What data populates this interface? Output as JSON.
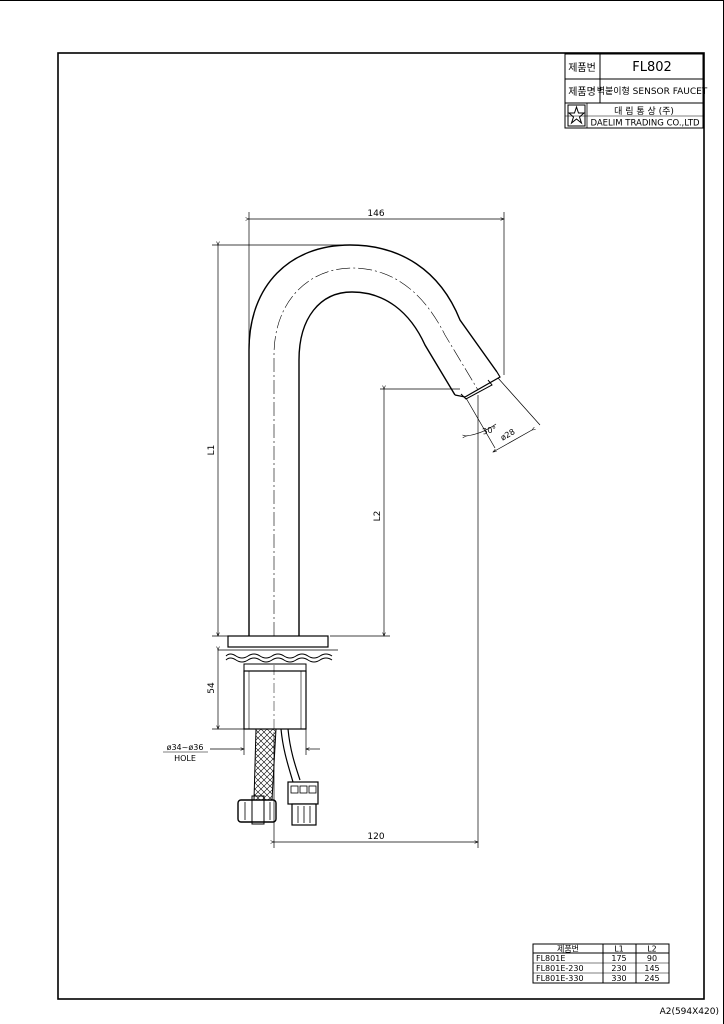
{
  "title_block": {
    "product_no_label": "제품번",
    "product_no": "FL802",
    "product_name_label": "제품명",
    "product_name": "벽붙이형 SENSOR FAUCET",
    "company_kr": "대 림 통 상 (주)",
    "company_en": "DAELIM TRADING CO.,LTD"
  },
  "dimensions": {
    "width_top": "146",
    "l1": "L1",
    "l2": "L2",
    "angle": "30°",
    "nozzle_dia": "ø28",
    "height_54": "54",
    "hole_dia": "ø34~ø36",
    "hole_label": "HOLE",
    "base_120": "120"
  },
  "spec_table": {
    "headers": [
      "제품번",
      "L1",
      "L2"
    ],
    "rows": [
      [
        "FL801E",
        "175",
        "90"
      ],
      [
        "FL801E-230",
        "230",
        "145"
      ],
      [
        "FL801E-330",
        "330",
        "245"
      ]
    ]
  },
  "sheet_size": "A2(594X420)"
}
